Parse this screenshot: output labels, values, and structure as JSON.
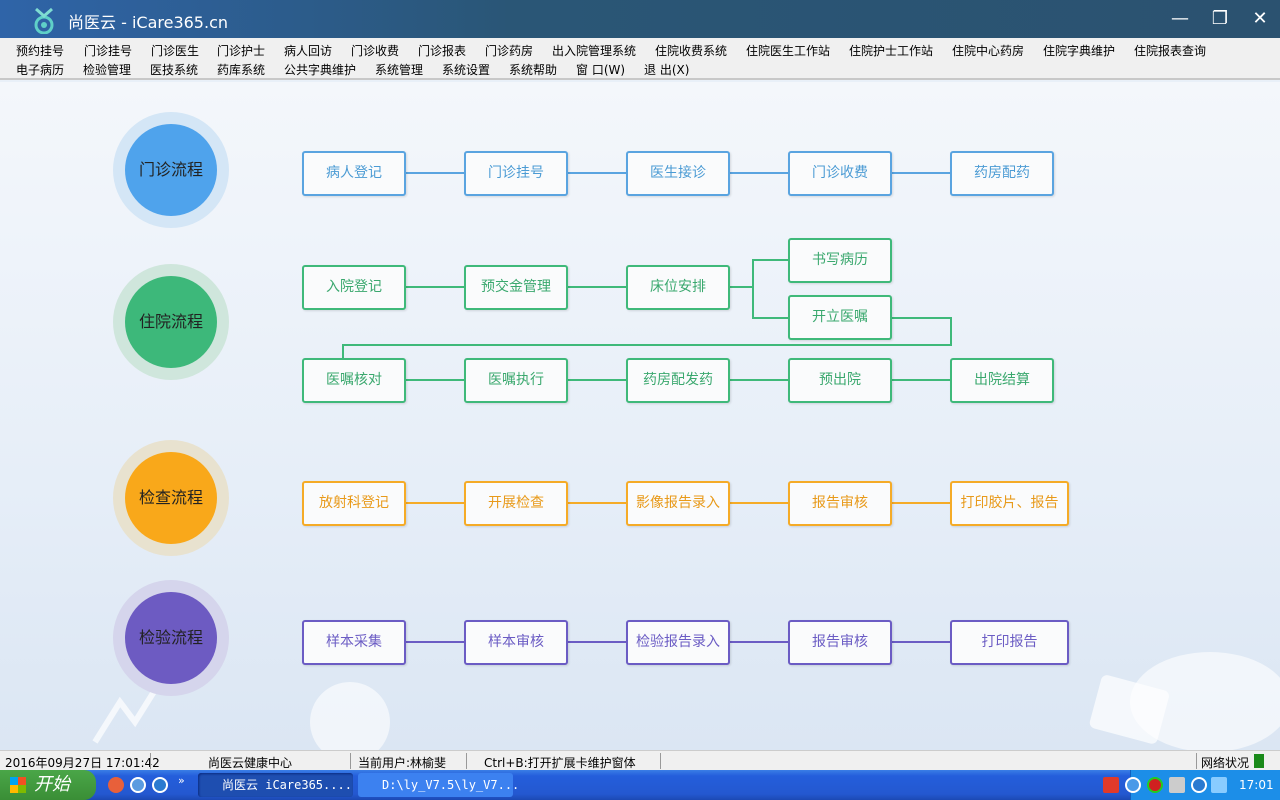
{
  "window": {
    "title": "尚医云 - iCare365.cn",
    "minimize": "—",
    "restore": "❐",
    "close": "✕"
  },
  "menu": {
    "row1": [
      "预约挂号",
      "门诊挂号",
      "门诊医生",
      "门诊护士",
      "病人回访",
      "门诊收费",
      "门诊报表",
      "门诊药房",
      "出入院管理系统",
      "住院收费系统",
      "住院医生工作站",
      "住院护士工作站",
      "住院中心药房",
      "住院字典维护",
      "住院报表查询"
    ],
    "row2": [
      "电子病历",
      "检验管理",
      "医技系统",
      "药库系统",
      "公共字典维护",
      "系统管理",
      "系统设置",
      "系统帮助",
      "窗 口(W)",
      "退 出(X)"
    ]
  },
  "flows": {
    "outpatient": {
      "title": "门诊流程",
      "color": "#4fa3ec",
      "steps": [
        "病人登记",
        "门诊挂号",
        "医生接诊",
        "门诊收费",
        "药房配药"
      ]
    },
    "inpatient": {
      "title": "住院流程",
      "color": "#3db87a",
      "steps": [
        "入院登记",
        "预交金管理",
        "床位安排",
        "书写病历",
        "开立医嘱"
      ],
      "steps2": [
        "医嘱核对",
        "医嘱执行",
        "药房配发药",
        "预出院",
        "出院结算"
      ]
    },
    "exam": {
      "title": "检查流程",
      "color": "#f9a81a",
      "steps": [
        "放射科登记",
        "开展检查",
        "影像报告录入",
        "报告审核",
        "打印胶片、报告"
      ]
    },
    "lab": {
      "title": "检验流程",
      "color": "#6d5bc2",
      "steps": [
        "样本采集",
        "样本审核",
        "检验报告录入",
        "报告审核",
        "打印报告"
      ]
    }
  },
  "status": {
    "datetime": "2016年09月27日 17:01:42",
    "org": "尚医云健康中心",
    "user": "当前用户:林榆斐",
    "hint": "Ctrl+B:打开扩展卡维护窗体",
    "network": "网络状况"
  },
  "taskbar": {
    "start": "开始",
    "tasks": [
      "尚医云 iCare365....",
      "D:\\ly_V7.5\\ly_V7..."
    ],
    "clock": "17:01",
    "more": "»"
  }
}
